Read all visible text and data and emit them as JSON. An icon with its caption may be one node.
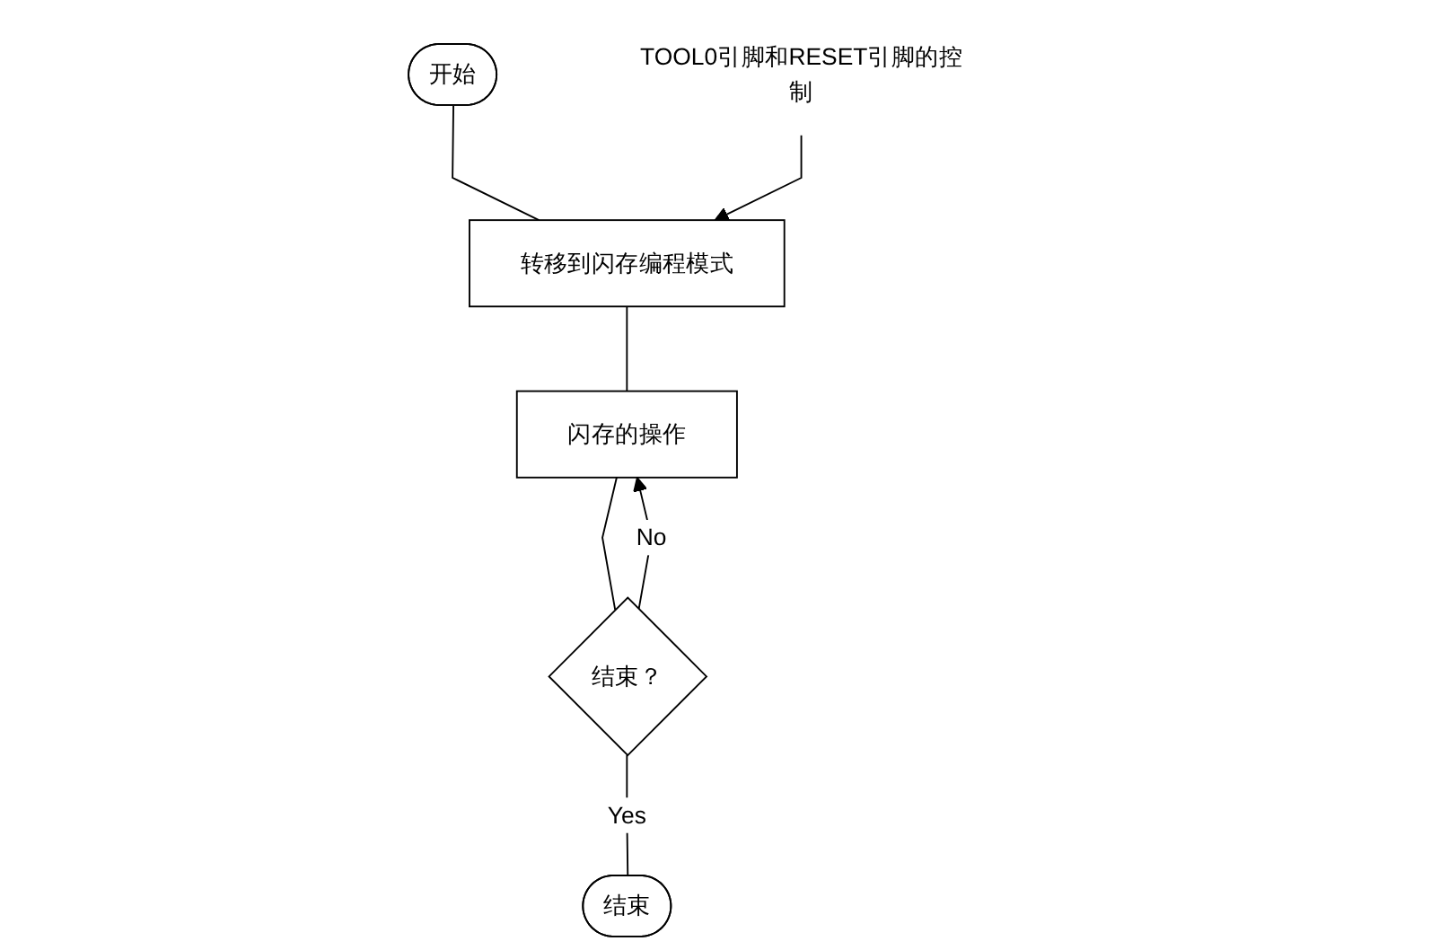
{
  "diagram": {
    "nodes": [
      {
        "text": [
          "开始"
        ]
      },
      {
        "text": [
          "转移到闪存编程模式"
        ]
      },
      {
        "text": [
          "闪存的操作"
        ]
      },
      {
        "text": [
          "结束？"
        ]
      },
      {
        "text": [
          "结束"
        ]
      },
      {
        "text": [
          "TOOL0引脚和RESET引脚的控制"
        ]
      }
    ],
    "edges": [
      {
        "from": 0,
        "to": 1,
        "arrow": "none"
      },
      {
        "from": 1,
        "to": 2,
        "arrow": "none"
      },
      {
        "from": 2,
        "to": 3,
        "arrow": "none"
      },
      {
        "from": 3,
        "to": 2,
        "label": "No",
        "arrow": "to"
      },
      {
        "from": 3,
        "to": 4,
        "label": "Yes",
        "arrow": "none"
      },
      {
        "from": 5,
        "to": 1,
        "arrow": "to"
      }
    ]
  }
}
